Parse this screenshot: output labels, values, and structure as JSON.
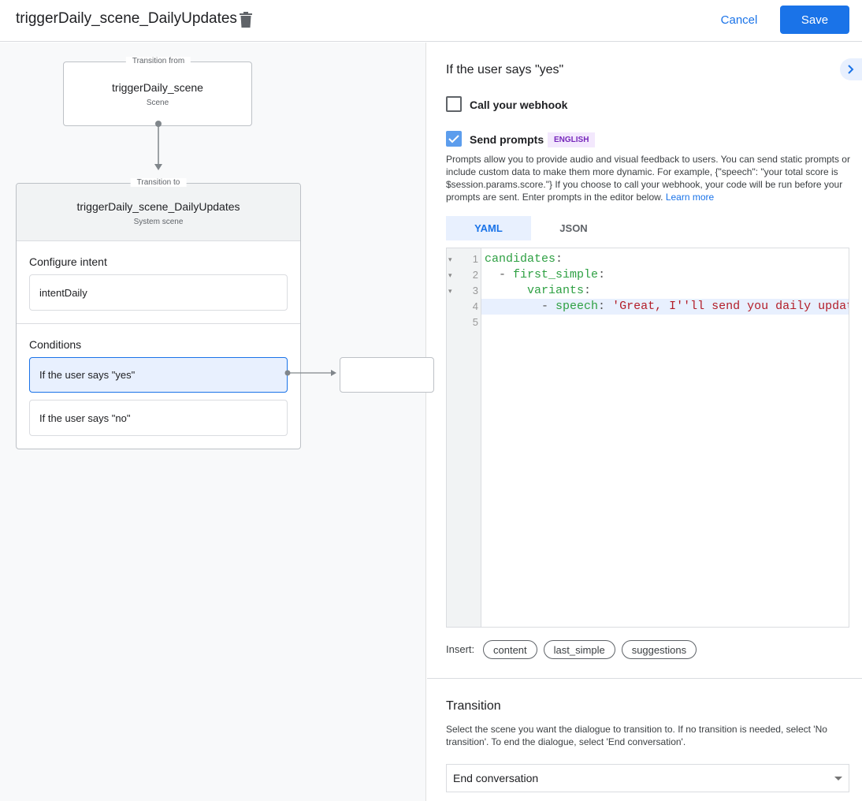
{
  "header": {
    "title": "triggerDaily_scene_DailyUpdates",
    "cancel": "Cancel",
    "save": "Save",
    "accent": "#1a73e8"
  },
  "canvas": {
    "from": {
      "legend": "Transition from",
      "name": "triggerDaily_scene",
      "type": "Scene"
    },
    "to": {
      "legend": "Transition to",
      "name": "triggerDaily_scene_DailyUpdates",
      "type": "System scene",
      "configure_intent_label": "Configure intent",
      "intent": "intentDaily",
      "conditions_label": "Conditions",
      "conditions": [
        "If the user says \"yes\"",
        "If the user says \"no\""
      ]
    }
  },
  "panel": {
    "title": "If the user says \"yes\"",
    "webhook": {
      "label": "Call your webhook",
      "checked": false
    },
    "prompts": {
      "label": "Send prompts",
      "checked": true,
      "badge": "ENGLISH",
      "description": "Prompts allow you to provide audio and visual feedback to users. You can send static prompts or include custom data to make them more dynamic. For example, {\"speech\": \"your total score is $session.params.score.\"} If you choose to call your webhook, your code will be run before your prompts are sent. Enter prompts in the editor below. ",
      "learn_more": "Learn more"
    },
    "tabs": [
      {
        "label": "YAML",
        "active": true
      },
      {
        "label": "JSON",
        "active": false
      }
    ],
    "editor": {
      "line_numbers": [
        "1",
        "2",
        "3",
        "4",
        "5"
      ],
      "lines": [
        {
          "indent": "",
          "dash": "",
          "key": "candidates",
          "colon": ":",
          "value": ""
        },
        {
          "indent": "  ",
          "dash": "- ",
          "key": "first_simple",
          "colon": ":",
          "value": ""
        },
        {
          "indent": "      ",
          "dash": "",
          "key": "variants",
          "colon": ":",
          "value": ""
        },
        {
          "indent": "        ",
          "dash": "- ",
          "key": "speech",
          "colon": ": ",
          "value": "'Great, I''ll send you daily updates."
        },
        {
          "indent": "",
          "dash": "",
          "key": "",
          "colon": "",
          "value": ""
        }
      ]
    },
    "insert": {
      "label": "Insert:",
      "chips": [
        "content",
        "last_simple",
        "suggestions"
      ]
    },
    "transition": {
      "title": "Transition",
      "description": "Select the scene you want the dialogue to transition to. If no transition is needed, select 'No transition'. To end the dialogue, select 'End conversation'.",
      "selected": "End conversation"
    }
  }
}
